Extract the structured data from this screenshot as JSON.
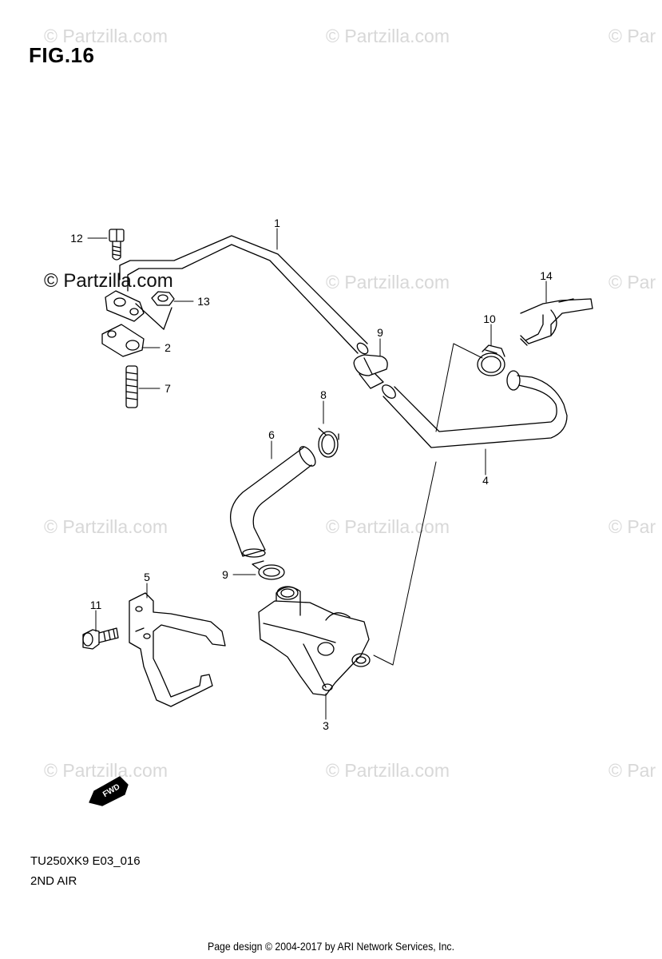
{
  "figure": {
    "title": "FIG.16",
    "model_code": "TU250XK9 E03_016",
    "section_name": "2ND AIR"
  },
  "watermark": {
    "text": "© Partzilla.com",
    "partial_text": "© Par"
  },
  "callouts": {
    "c1": "1",
    "c2": "2",
    "c3": "3",
    "c4": "4",
    "c5": "5",
    "c6": "6",
    "c7": "7",
    "c8": "8",
    "c9a": "9",
    "c9b": "9",
    "c10": "10",
    "c11": "11",
    "c12": "12",
    "c13": "13",
    "c14": "14"
  },
  "direction_badge": "FWD",
  "footer": "Page design © 2004-2017 by ARI Network Services, Inc."
}
